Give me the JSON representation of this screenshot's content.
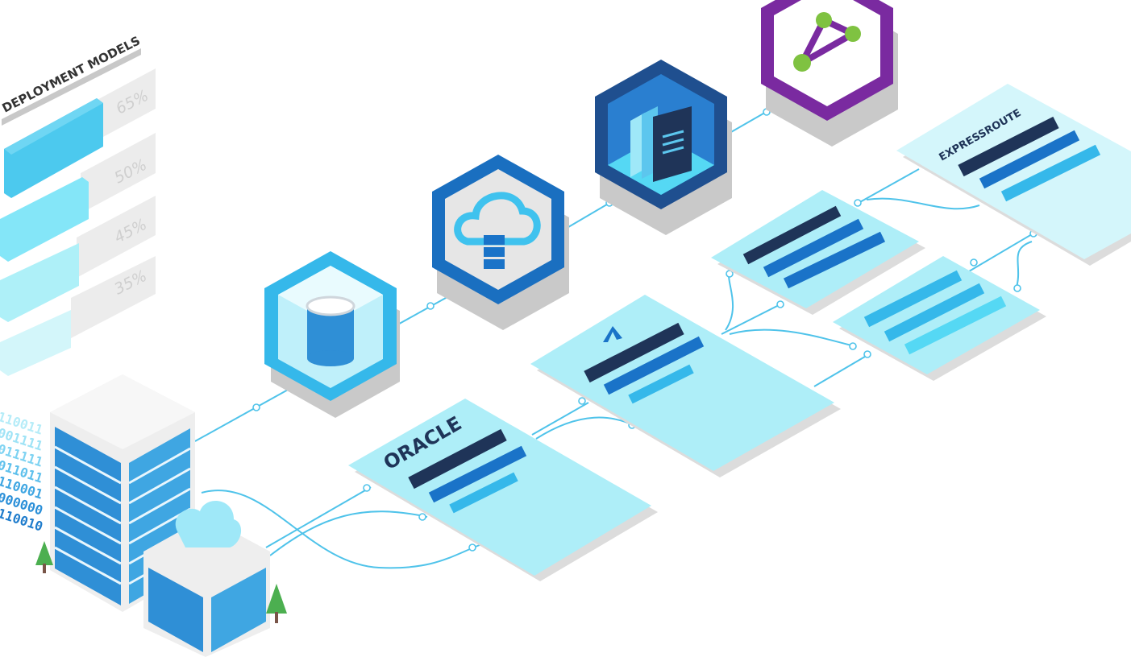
{
  "deployment_models": {
    "title": "DEPLOYMENT MODELS",
    "bars": [
      {
        "label": "65%",
        "value": 65,
        "color": "#4cc9ee"
      },
      {
        "label": "50%",
        "value": 50,
        "color": "#84e6f8"
      },
      {
        "label": "45%",
        "value": 45,
        "color": "#aef0f8"
      },
      {
        "label": "35%",
        "value": 35,
        "color": "#d3f6fa"
      }
    ]
  },
  "binary": [
    "110011",
    "001111",
    "011111",
    "011011",
    "110001",
    "000000",
    "110010"
  ],
  "panels": {
    "oracle": {
      "logo": "ORACLE"
    },
    "azure": {
      "icon": "azure-logo-icon"
    },
    "expressroute": {
      "title": "EXPRESSROUTE"
    }
  },
  "icons": [
    "database-icon",
    "cloud-server-icon",
    "documents-icon",
    "network-nodes-icon"
  ],
  "colors": {
    "navy": "#1f3458",
    "blue": "#1a73c8",
    "light": "#35b8ea",
    "panel": "#aeeef8",
    "purple": "#7a2aa0"
  }
}
